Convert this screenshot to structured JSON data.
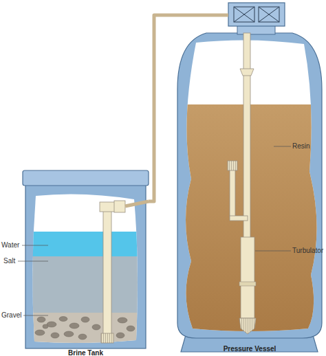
{
  "diagram": {
    "nodes": [
      {
        "text": [
          "Brine Tank"
        ]
      },
      {
        "text": [
          "Pressure Vessel"
        ]
      }
    ],
    "edges": [
      {
        "from": 0,
        "to": 1,
        "arrow": "none"
      }
    ],
    "labels": [
      "Water",
      "Salt",
      "Gravel",
      "Resin",
      "Turbulator"
    ]
  }
}
